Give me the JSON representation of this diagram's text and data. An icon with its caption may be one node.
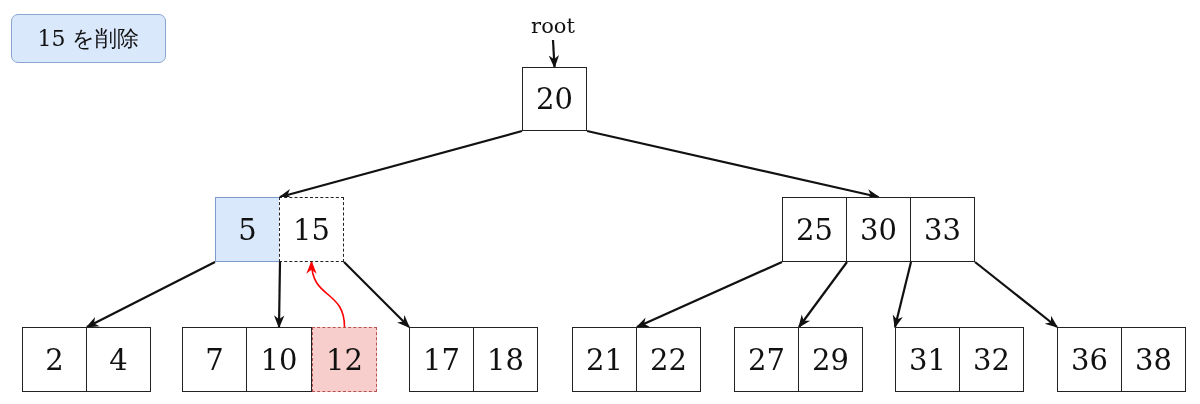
{
  "diagram": {
    "nodes": [
      {
        "text": [
          "15 を削除"
        ]
      },
      {
        "text": [
          "root"
        ]
      },
      {
        "text": [
          "20"
        ]
      },
      {
        "text": [
          "5"
        ]
      },
      {
        "text": [
          "15"
        ]
      },
      {
        "text": [
          "25"
        ]
      },
      {
        "text": [
          "30"
        ]
      },
      {
        "text": [
          "33"
        ]
      },
      {
        "text": [
          "2"
        ]
      },
      {
        "text": [
          "4"
        ]
      },
      {
        "text": [
          "7"
        ]
      },
      {
        "text": [
          "10"
        ]
      },
      {
        "text": [
          "12"
        ]
      },
      {
        "text": [
          "17"
        ]
      },
      {
        "text": [
          "18"
        ]
      },
      {
        "text": [
          "21"
        ]
      },
      {
        "text": [
          "22"
        ]
      },
      {
        "text": [
          "27"
        ]
      },
      {
        "text": [
          "29"
        ]
      },
      {
        "text": [
          "31"
        ]
      },
      {
        "text": [
          "32"
        ]
      },
      {
        "text": [
          "36"
        ]
      },
      {
        "text": [
          "38"
        ]
      }
    ],
    "edges": [
      {
        "from": 1,
        "to": 2,
        "arrow": "to"
      },
      {
        "from": 2,
        "to": 3,
        "arrow": "to"
      },
      {
        "from": 2,
        "to": 6,
        "arrow": "to"
      },
      {
        "from": 3,
        "to": 8,
        "arrow": "to"
      },
      {
        "from": 3,
        "to": 11,
        "arrow": "to"
      },
      {
        "from": 4,
        "to": 13,
        "arrow": "to"
      },
      {
        "from": 12,
        "to": 4,
        "arrow": "to",
        "color": "#ff0000"
      },
      {
        "from": 5,
        "to": 15,
        "arrow": "to"
      },
      {
        "from": 5,
        "to": 17,
        "arrow": "to"
      },
      {
        "from": 6,
        "to": 19,
        "arrow": "to"
      },
      {
        "from": 7,
        "to": 21,
        "arrow": "to"
      }
    ]
  }
}
